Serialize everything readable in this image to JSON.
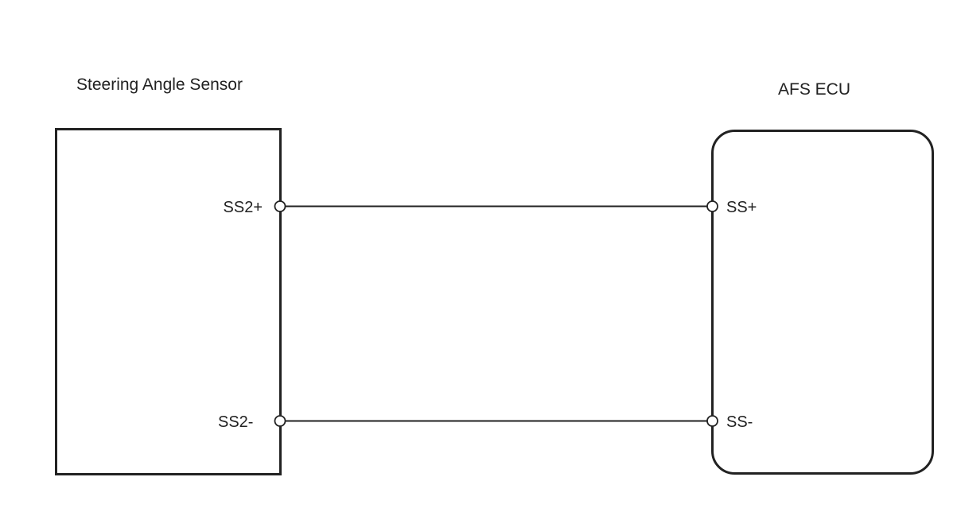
{
  "components": {
    "sensor": {
      "title": "Steering Angle Sensor"
    },
    "ecu": {
      "title": "AFS ECU"
    }
  },
  "pins": {
    "sensor_pos": "SS2+",
    "sensor_neg": "SS2-",
    "ecu_pos": "SS+",
    "ecu_neg": "SS-"
  },
  "colors": {
    "line": "#222222",
    "background": "#ffffff"
  }
}
